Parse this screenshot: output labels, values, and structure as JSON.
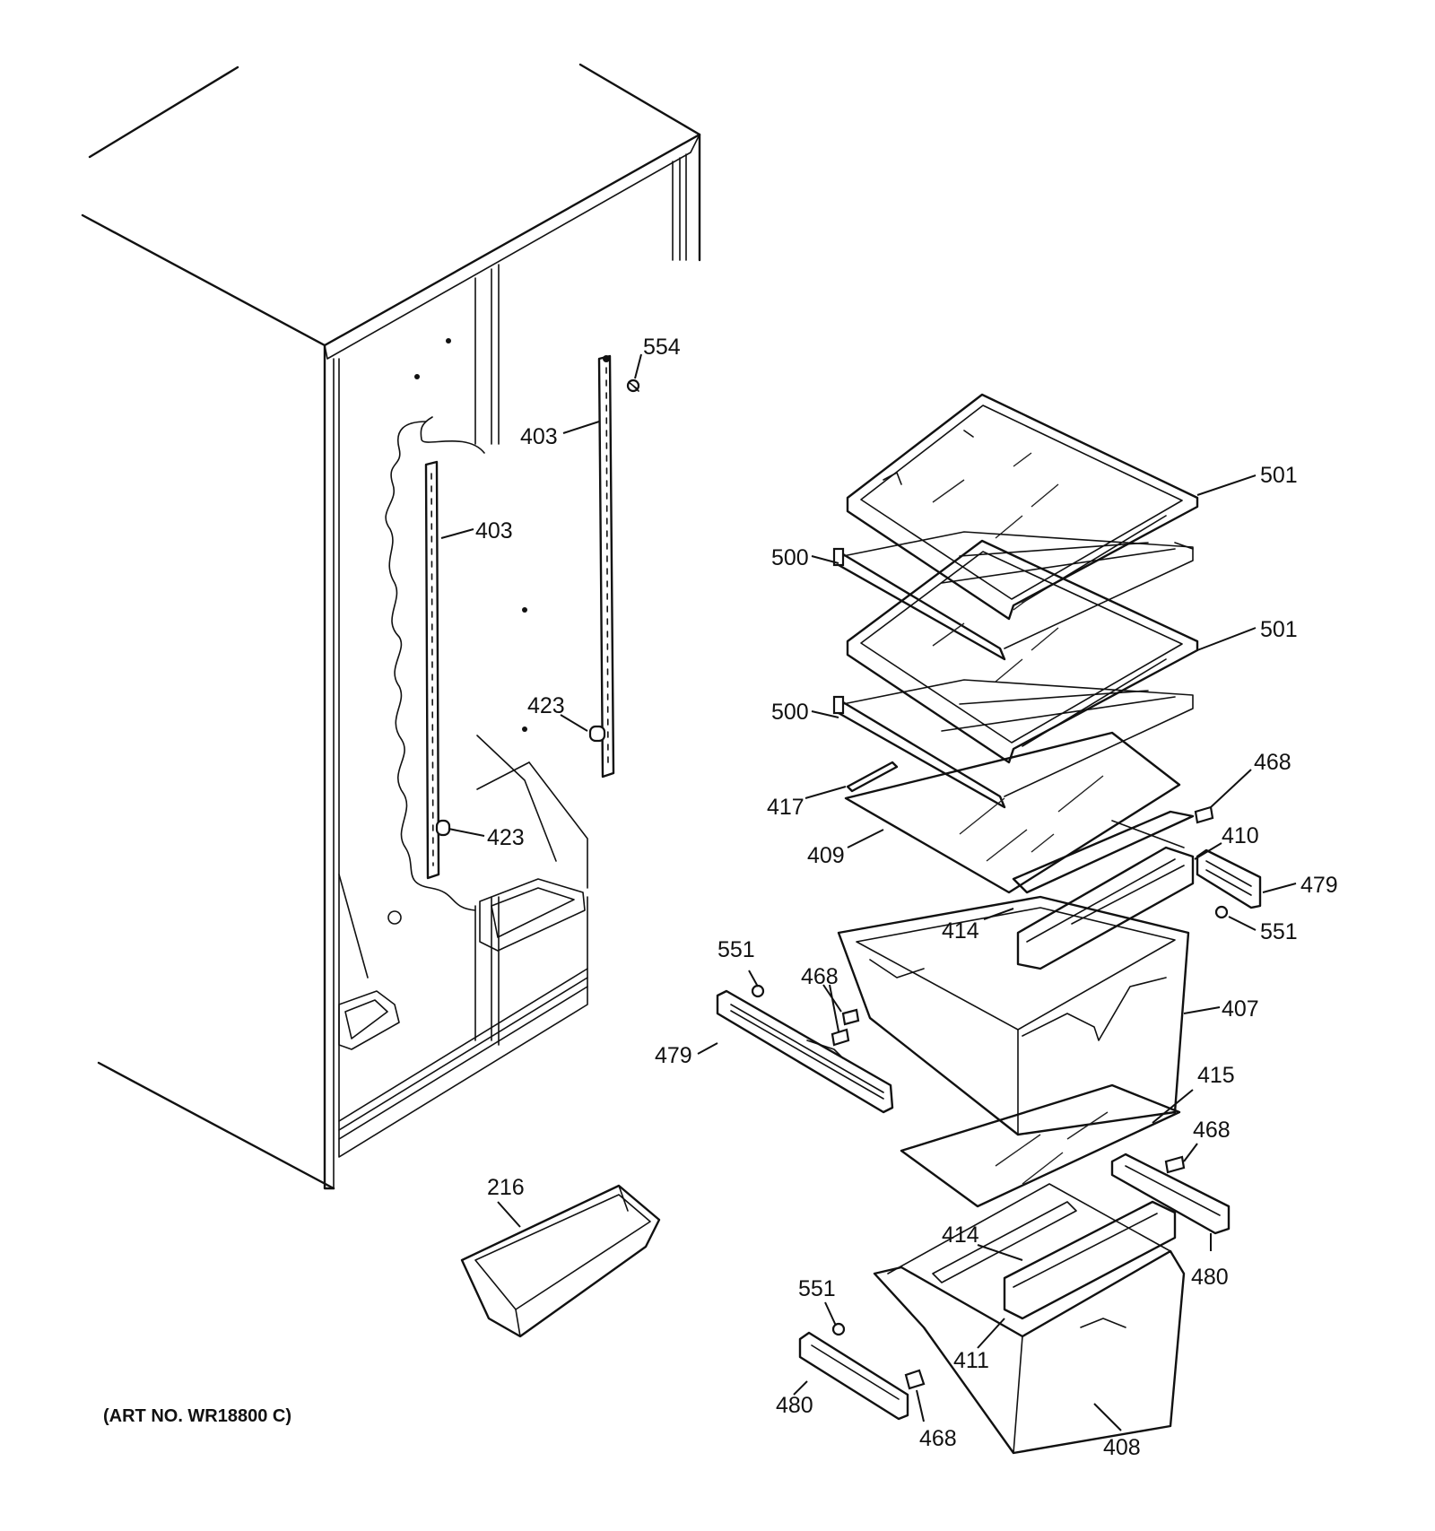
{
  "art_number": "(ART NO. WR18800 C)",
  "callouts": [
    {
      "id": "c554",
      "text": "554"
    },
    {
      "id": "c403a",
      "text": "403"
    },
    {
      "id": "c403b",
      "text": "403"
    },
    {
      "id": "c423a",
      "text": "423"
    },
    {
      "id": "c423b",
      "text": "423"
    },
    {
      "id": "c501a",
      "text": "501"
    },
    {
      "id": "c500a",
      "text": "500"
    },
    {
      "id": "c501b",
      "text": "501"
    },
    {
      "id": "c500b",
      "text": "500"
    },
    {
      "id": "c468a",
      "text": "468"
    },
    {
      "id": "c417",
      "text": "417"
    },
    {
      "id": "c410",
      "text": "410"
    },
    {
      "id": "c409",
      "text": "409"
    },
    {
      "id": "c479a",
      "text": "479"
    },
    {
      "id": "c414a",
      "text": "414"
    },
    {
      "id": "c551a",
      "text": "551"
    },
    {
      "id": "c551b",
      "text": "551"
    },
    {
      "id": "c468b",
      "text": "468"
    },
    {
      "id": "c407",
      "text": "407"
    },
    {
      "id": "c479b",
      "text": "479"
    },
    {
      "id": "c415",
      "text": "415"
    },
    {
      "id": "c468c",
      "text": "468"
    },
    {
      "id": "c216",
      "text": "216"
    },
    {
      "id": "c414b",
      "text": "414"
    },
    {
      "id": "c480a",
      "text": "480"
    },
    {
      "id": "c551c",
      "text": "551"
    },
    {
      "id": "c411",
      "text": "411"
    },
    {
      "id": "c480b",
      "text": "480"
    },
    {
      "id": "c468d",
      "text": "468"
    },
    {
      "id": "c408",
      "text": "408"
    }
  ]
}
